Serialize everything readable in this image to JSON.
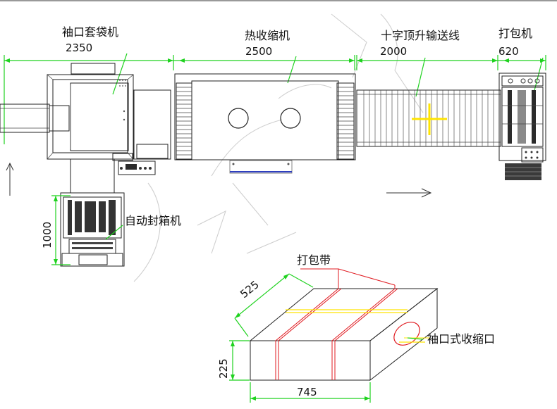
{
  "labels": {
    "bag_machine": "袖口套袋机",
    "bag_machine_len": "2350",
    "shrink_machine": "热收缩机",
    "shrink_machine_len": "2500",
    "cross_conveyor": "十字顶升输送线",
    "cross_conveyor_len": "2000",
    "baler": "打包机",
    "baler_len": "620",
    "case_sealer": "自动封箱机",
    "case_sealer_len": "1000",
    "strap": "打包带",
    "sleeve_opening": "袖口式收缩口",
    "box_depth": "525",
    "box_height": "225",
    "box_width": "745"
  },
  "colors": {
    "dimension": "#1fd21f",
    "strap": "#e0191f",
    "cross": "#ffe400",
    "outline": "#222222",
    "guide": "#2f3fbf"
  }
}
